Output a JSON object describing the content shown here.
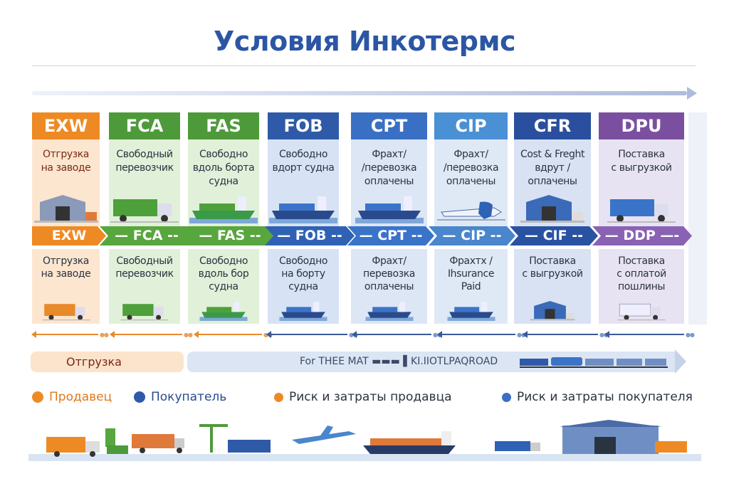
{
  "title": "Условия Инкотермс",
  "columns": [
    {
      "code": "EXW",
      "top_text": [
        "Отгрузка",
        "на заводе"
      ],
      "ribbon": "EXW",
      "bottom_text": [
        "Отгрузка",
        "на заводе"
      ],
      "head_color": "#ee8a24",
      "body_color": "#fde6d0",
      "ribbon_color": "#ee8a24",
      "text_color": "#7a2a12",
      "top_icon": "warehouse",
      "bottom_icon": "truck-orange"
    },
    {
      "code": "FCA",
      "top_text": [
        "Свободный",
        "перевозчик"
      ],
      "ribbon": "— FCA --",
      "bottom_text": [
        "Свободный",
        "перевозчик"
      ],
      "head_color": "#4e9a3a",
      "body_color": "#e1f0d9",
      "ribbon_color": "#58a63e",
      "text_color": "#2a3340",
      "top_icon": "truck-green",
      "bottom_icon": "truck-green"
    },
    {
      "code": "FAS",
      "top_text": [
        "Свободно",
        "вдоль борта",
        "судна"
      ],
      "ribbon": "— FAS --",
      "bottom_text": [
        "Свободно",
        "вдоль бор",
        "судна"
      ],
      "head_color": "#4e9a3a",
      "body_color": "#e1f0d9",
      "ribbon_color": "#58a63e",
      "text_color": "#2a3340",
      "top_icon": "ship-green",
      "bottom_icon": "ship-green"
    },
    {
      "code": "FOB",
      "top_text": [
        "Свободно",
        "вдорт судна"
      ],
      "ribbon": "— FOB --",
      "bottom_text": [
        "Свободно",
        "на борту",
        "судна"
      ],
      "head_color": "#2f5aa8",
      "body_color": "#d7e3f4",
      "ribbon_color": "#2f62b4",
      "text_color": "#2a3340",
      "top_icon": "ship",
      "bottom_icon": "ship"
    },
    {
      "code": "CPT",
      "top_text": [
        "Фрахт/",
        "/перевозка",
        "оплачены"
      ],
      "ribbon": "— CPT --",
      "bottom_text": [
        "Фрахт/",
        "перевозка",
        "оплачены"
      ],
      "head_color": "#3a70c4",
      "body_color": "#dce6f5",
      "ribbon_color": "#3a74c8",
      "text_color": "#2a3340",
      "top_icon": "ship",
      "bottom_icon": "ship"
    },
    {
      "code": "CIP",
      "top_text": [
        "Фрахт/",
        "/перевозка",
        "оплачены"
      ],
      "ribbon": "— CIP --",
      "bottom_text": [
        "Фрахтх /",
        "Ihsurance",
        "Paid"
      ],
      "head_color": "#4a90d4",
      "body_color": "#dfe9f6",
      "ribbon_color": "#4a86cc",
      "text_color": "#2a3340",
      "top_icon": "plane",
      "bottom_icon": "ship"
    },
    {
      "code": "CFR",
      "top_text": [
        "Cost & Freght",
        "вдрут /",
        "оплачены"
      ],
      "ribbon": "— CIF  --",
      "bottom_text": [
        "Поставка",
        "с выгрузкой"
      ],
      "head_color": "#2a4f9e",
      "body_color": "#d9e2f3",
      "ribbon_color": "#2a52a2",
      "text_color": "#2a3340",
      "top_icon": "warehouse-blue",
      "bottom_icon": "warehouse-blue"
    },
    {
      "code": "DPU",
      "top_text": [
        "Поставка",
        "с выгрузкой"
      ],
      "ribbon": "— DDP —-",
      "bottom_text": [
        "Поставка",
        "с оплатой",
        "пошлины"
      ],
      "head_color": "#7a4fa0",
      "body_color": "#e8e3f2",
      "ribbon_color": "#8a62b4",
      "text_color": "#2a3340",
      "top_icon": "truck-blue",
      "bottom_icon": "truck-white"
    }
  ],
  "banner": {
    "seller": "Отгрузка",
    "buyer": "For THEE MAT ▬▬▬ ▌KI.IIOTLPAQROAD"
  },
  "legend": [
    {
      "label": "Продавец",
      "color": "#ee8a24",
      "text_color": "#e07a1a"
    },
    {
      "label": "Покупатель",
      "color": "#2f5aa8",
      "text_color": "#2a4a8e"
    },
    {
      "label": "Риск и затраты продавца",
      "color": "#ee8a24",
      "text_color": "#2a3340"
    },
    {
      "label": "Риск и затраты покупателя",
      "color": "#3a70c4",
      "text_color": "#2a3340"
    }
  ]
}
